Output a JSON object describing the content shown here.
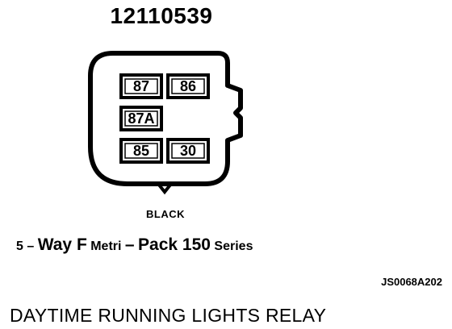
{
  "part_number": "12110539",
  "terminals": {
    "t87": "87",
    "t86": "86",
    "t87a": "87A",
    "t85": "85",
    "t30": "30"
  },
  "connector_color": "BLACK",
  "series": {
    "prefix": "5 –",
    "way": "Way F",
    "metri": "Metri",
    "dash": "–",
    "pack": "Pack 150",
    "suffix": "Series"
  },
  "figure_code": "JS0068A202",
  "caption": "DAYTIME RUNNING LIGHTS RELAY"
}
